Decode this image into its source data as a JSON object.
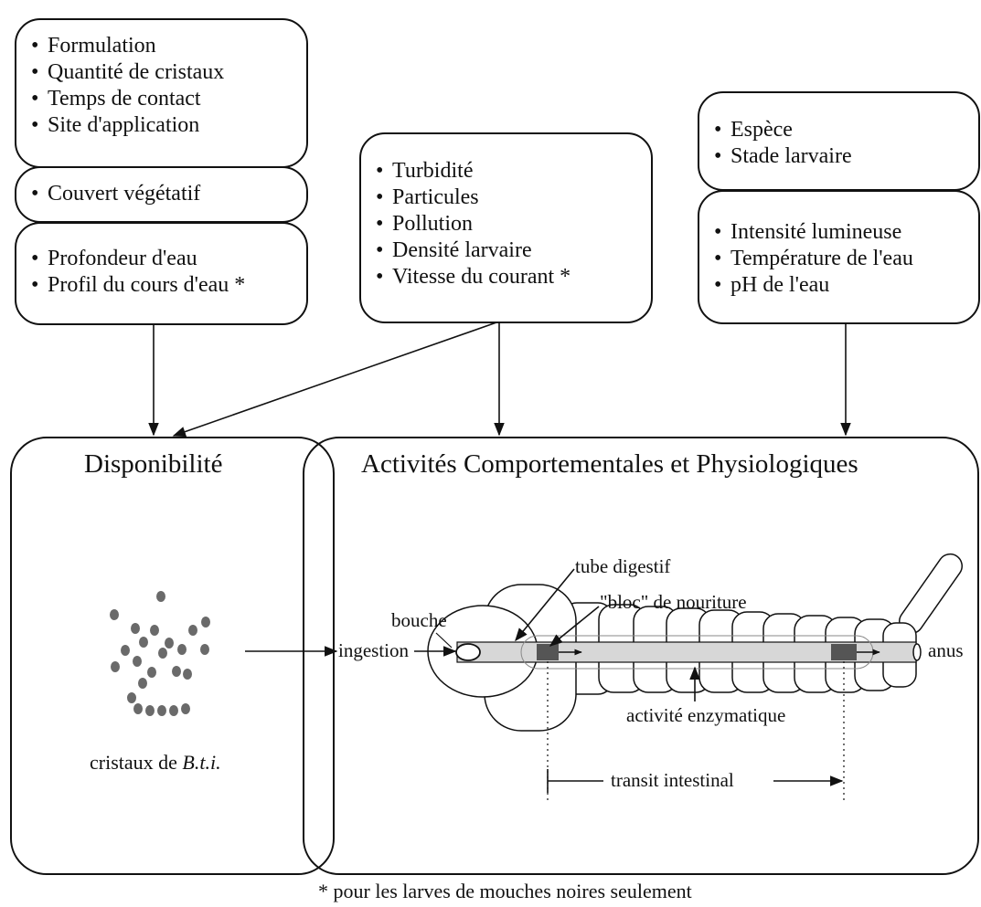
{
  "boxes": {
    "application": [
      "Formulation",
      "Quantité de cristaux",
      "Temps de contact",
      "Site d'application"
    ],
    "vegetation": [
      "Couvert végétatif"
    ],
    "water_depth": [
      "Profondeur d'eau",
      "Profil du cours d'eau *"
    ],
    "water_quality": [
      "Turbidité",
      "Particules",
      "Pollution",
      "Densité larvaire",
      "Vitesse du courant *"
    ],
    "species": [
      "Espèce",
      "Stade larvaire"
    ],
    "environment": [
      "Intensité lumineuse",
      "Température de l'eau",
      "pH de l'eau"
    ]
  },
  "panels": {
    "availability_title": "Disponibilité",
    "activity_title": "Activités Comportementales et Physiologiques"
  },
  "labels": {
    "crystals_prefix": "cristaux de ",
    "crystals_name": "B.t.i.",
    "ingestion": "ingestion",
    "mouth": "bouche",
    "gut": "tube digestif",
    "food_block": "\"bloc\" de nouriture",
    "anus": "anus",
    "enzyme": "activité enzymatique",
    "transit": "transit intestinal"
  },
  "footnote": "* pour les larves de mouches noires seulement"
}
